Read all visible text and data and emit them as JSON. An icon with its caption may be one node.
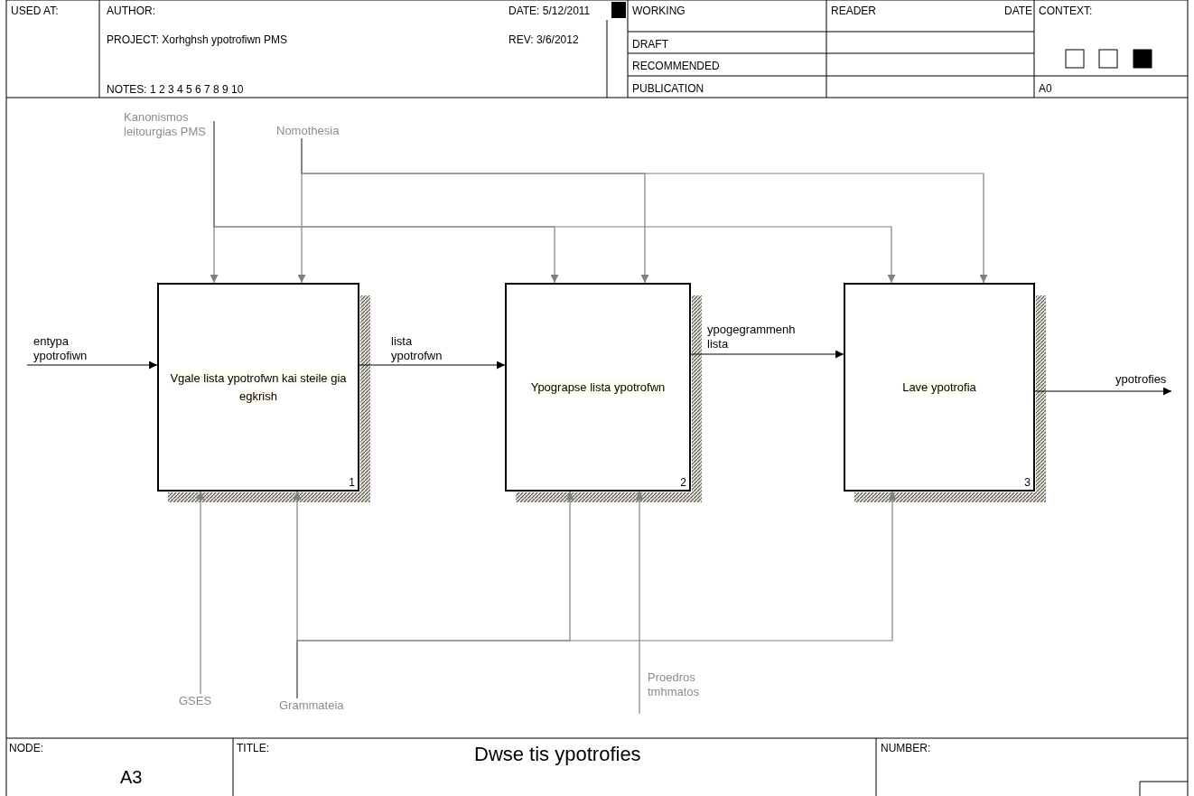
{
  "diagram": {
    "title": "Dwse tis ypotrofies",
    "nodes": [
      {
        "text": [
          "Vgale lista ypotrofwn kai steile gia egkrish",
          "1"
        ]
      },
      {
        "text": [
          "Ypograpse lista ypotrofwn",
          "2"
        ]
      },
      {
        "text": [
          "Lave ypotrofia",
          "3"
        ]
      },
      {
        "text": [
          "Kanonismos leitourgias PMS"
        ]
      },
      {
        "text": [
          "Nomothesia"
        ]
      },
      {
        "text": [
          "GSES"
        ]
      },
      {
        "text": [
          "Grammateia"
        ]
      },
      {
        "text": [
          "Proedros tmhmatos"
        ]
      }
    ],
    "edges": [
      {
        "from": null,
        "to": 0,
        "arrow": "to",
        "label": "entypa ypotrofiwn",
        "color": "#000000"
      },
      {
        "from": 0,
        "to": 1,
        "arrow": "to",
        "label": "lista ypotrofwn",
        "color": "#000000"
      },
      {
        "from": 1,
        "to": 2,
        "arrow": "to",
        "label": "ypogegrammenh lista",
        "color": "#000000"
      },
      {
        "from": 2,
        "to": null,
        "arrow": "to",
        "label": "ypotrofies",
        "color": "#000000"
      },
      {
        "from": 3,
        "to": 0,
        "arrow": "to"
      },
      {
        "from": 3,
        "to": 1,
        "arrow": "to"
      },
      {
        "from": 3,
        "to": 2,
        "arrow": "to"
      },
      {
        "from": 4,
        "to": 0,
        "arrow": "to"
      },
      {
        "from": 4,
        "to": 1,
        "arrow": "to"
      },
      {
        "from": 4,
        "to": 2,
        "arrow": "to"
      },
      {
        "from": 5,
        "to": 0,
        "arrow": "to"
      },
      {
        "from": 6,
        "to": 0,
        "arrow": "to"
      },
      {
        "from": 6,
        "to": 1,
        "arrow": "to"
      },
      {
        "from": 6,
        "to": 2,
        "arrow": "to"
      },
      {
        "from": 7,
        "to": 1,
        "arrow": "to"
      }
    ],
    "labels": [
      "USED AT:",
      "AUTHOR:",
      "DATE: 5/12/2011",
      "WORKING",
      "READER",
      "DATE",
      "CONTEXT:",
      "PROJECT: Xorhghsh ypotrofiwn PMS",
      "REV: 3/6/2012",
      "DRAFT",
      "RECOMMENDED",
      "NOTES: 1 2 3 4 5 6 7 8 9 10",
      "PUBLICATION",
      "A0",
      "NODE:",
      "TITLE:",
      "NUMBER:",
      "A3"
    ]
  }
}
